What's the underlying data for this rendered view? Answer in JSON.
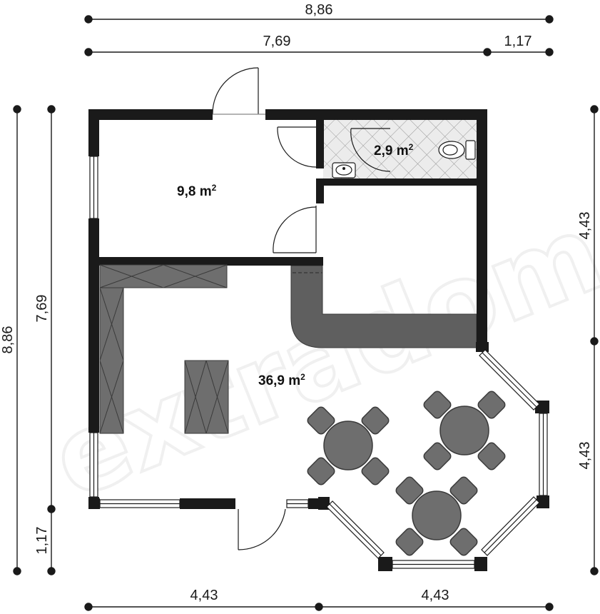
{
  "dimensions": {
    "top_total": "8,86",
    "top_main": "7,69",
    "top_side": "1,17",
    "left_total": "8,86",
    "left_main": "7,69",
    "left_side": "1,17",
    "right_upper": "4,43",
    "right_lower": "4,43",
    "bottom_left": "4,43",
    "bottom_right": "4,43"
  },
  "rooms": {
    "storage": {
      "area": "9,8 m",
      "unit_sup": "2"
    },
    "wc": {
      "area": "2,9 m",
      "unit_sup": "2"
    },
    "main_hall": {
      "area": "36,9 m",
      "unit_sup": "2"
    }
  },
  "watermark": "extradom",
  "colors": {
    "wall": "#1a1a1a",
    "furniture": "#6e6e6e",
    "counter": "#5f5f5f",
    "tile": "#ececec",
    "window": "#ffffff"
  }
}
